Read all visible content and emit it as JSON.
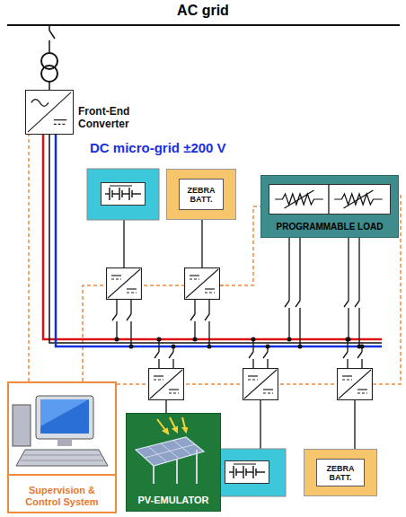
{
  "diagram": {
    "title": "AC grid",
    "nodes": [
      {
        "text": [
          "Front-End Converter"
        ]
      },
      {
        "text": [
          "ZEBRA BATT."
        ]
      },
      {
        "text": [
          "PROGRAMMABLE LOAD"
        ]
      },
      {
        "text": [
          "Supervision & Control System"
        ]
      },
      {
        "text": [
          "PV-EMULATOR"
        ]
      },
      {
        "text": [
          "ZEBRA BATT."
        ]
      }
    ],
    "edges": [
      {
        "from": 3,
        "to": 0,
        "arrow": "none"
      },
      {
        "from": 3,
        "to": 2,
        "arrow": "none"
      }
    ],
    "labels": [
      "DC micro-grid ±200 V"
    ]
  }
}
